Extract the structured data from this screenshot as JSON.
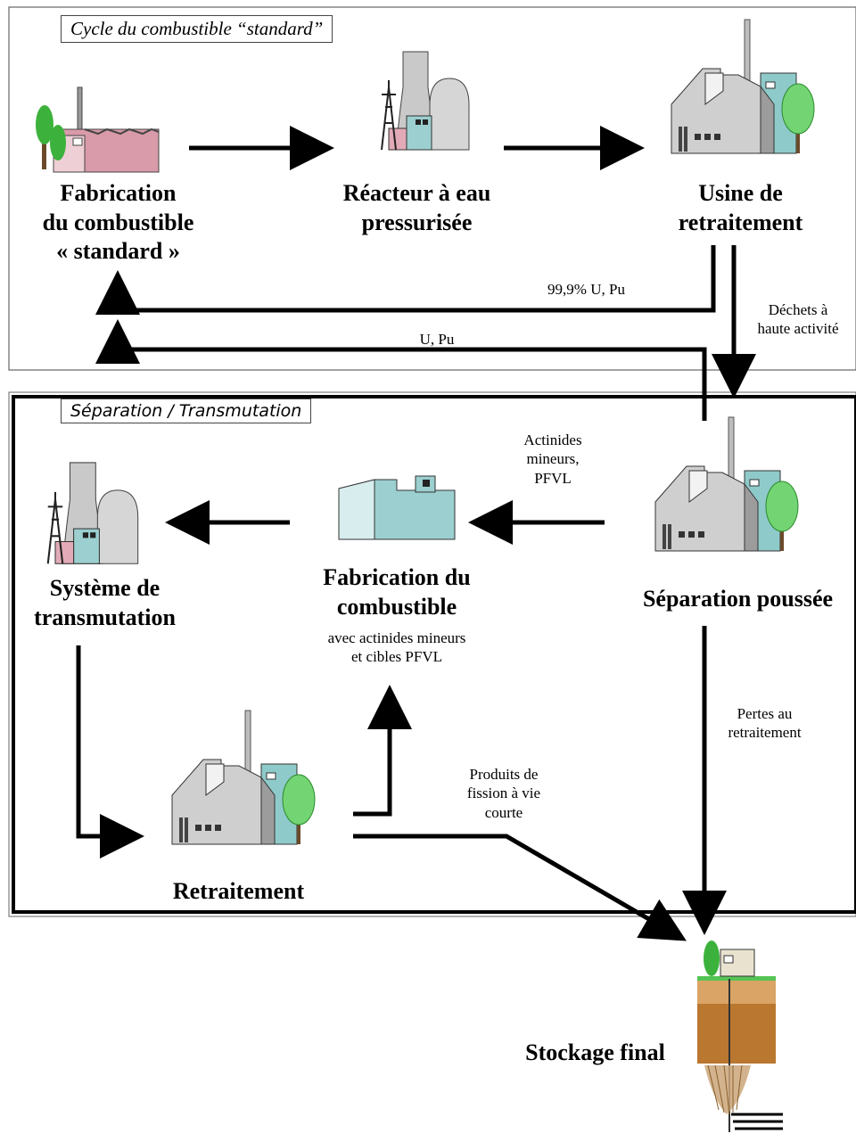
{
  "frames": {
    "standard_title": "Cycle du combustible “standard”",
    "separation_title": "Séparation / Transmutation"
  },
  "nodes": {
    "fabrication_std": [
      "Fabrication",
      "du combustible",
      "« standard »"
    ],
    "reacteur": [
      "Réacteur à eau",
      "pressurisée"
    ],
    "usine": [
      "Usine de",
      "retraitement"
    ],
    "separation": [
      "Séparation poussée"
    ],
    "fabrication_pfvl": [
      "Fabrication du",
      "combustible"
    ],
    "fabrication_pfvl_sub": [
      "avec actinides mineurs",
      "et cibles PFVL"
    ],
    "transmutation": [
      "Système de",
      "transmutation"
    ],
    "retraitement": [
      "Retraitement"
    ],
    "stockage": [
      "Stockage final"
    ]
  },
  "flows": {
    "recycle_99": "99,9% U, Pu",
    "dechets": [
      "Déchets à",
      "haute activité"
    ],
    "u_pu": "U, Pu",
    "actinides": [
      "Actinides",
      "mineurs,",
      "PFVL"
    ],
    "pertes": [
      "Pertes au",
      "retraitement"
    ],
    "produits": [
      "Produits de",
      "fission à vie",
      "courte"
    ]
  },
  "colors": {
    "building_gray": "#c8c8c8",
    "building_dark": "#8c8c8c",
    "teal": "#9ccfcf",
    "pink": "#e2aab7",
    "tree": "#6fd66f",
    "trunk": "#6b4a2a",
    "soil": "#b9772f",
    "grass": "#55c455"
  }
}
